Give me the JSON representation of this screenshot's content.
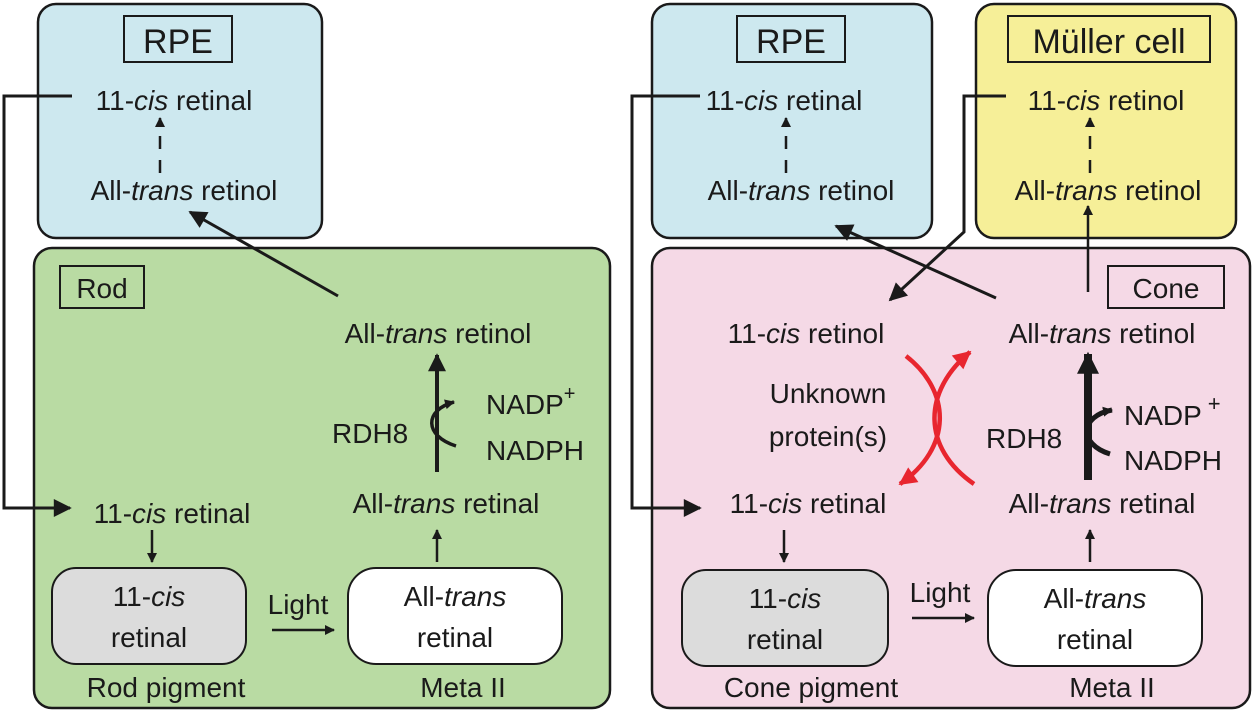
{
  "colors": {
    "rpe": "#cde8ef",
    "rod": "#b9dba3",
    "cone": "#f5d9e6",
    "muller": "#f6ef98",
    "pigment_box": "#dcdcdc",
    "meta_box": "#ffffff",
    "stroke": "#1a1a1a",
    "red_arrow": "#e8262f"
  },
  "rod_panel": {
    "rpe_label": "RPE",
    "rpe_cis_retinal": {
      "prefix": "11-",
      "italic": "cis",
      "suffix": " retinal"
    },
    "rpe_trans_retinol": {
      "prefix": "All-",
      "italic": "trans",
      "suffix": " retinol"
    },
    "cell_label": "Rod",
    "trans_retinol": {
      "prefix": "All-",
      "italic": "trans",
      "suffix": " retinol"
    },
    "enzyme": "RDH8",
    "nadp": "NADP",
    "nadp_sup": "+",
    "nadph": "NADPH",
    "trans_retinal": {
      "prefix": "All-",
      "italic": "trans",
      "suffix": " retinal"
    },
    "cis_retinal": {
      "prefix": "11-",
      "italic": "cis",
      "suffix": " retinal"
    },
    "pigment_line1": {
      "prefix": "11-",
      "italic": "cis"
    },
    "pigment_line2": "retinal",
    "pigment_caption": "Rod pigment",
    "light": "Light",
    "meta_line1": {
      "prefix": "All-",
      "italic": "trans"
    },
    "meta_line2": "retinal",
    "meta_caption": "Meta II"
  },
  "cone_panel": {
    "rpe_label": "RPE",
    "rpe_cis_retinal": {
      "prefix": "11-",
      "italic": "cis",
      "suffix": " retinal"
    },
    "rpe_trans_retinol": {
      "prefix": "All-",
      "italic": "trans",
      "suffix": " retinol"
    },
    "muller_label": "Müller cell",
    "muller_cis_retinol": {
      "prefix": "11-",
      "italic": "cis",
      "suffix": " retinol"
    },
    "muller_trans_retinol": {
      "prefix": "All-",
      "italic": "trans",
      "suffix": " retinol"
    },
    "cell_label": "Cone",
    "cis_retinol": {
      "prefix": "11-",
      "italic": "cis",
      "suffix": " retinol"
    },
    "trans_retinol": {
      "prefix": "All-",
      "italic": "trans",
      "suffix": " retinol"
    },
    "unknown_line1": "Unknown",
    "unknown_line2": "protein(s)",
    "enzyme": "RDH8",
    "nadp": "NADP",
    "nadp_sup": "+",
    "nadph": "NADPH",
    "cis_retinal": {
      "prefix": "11-",
      "italic": "cis",
      "suffix": " retinal"
    },
    "trans_retinal": {
      "prefix": "All-",
      "italic": "trans",
      "suffix": " retinal"
    },
    "pigment_line1": {
      "prefix": "11-",
      "italic": "cis"
    },
    "pigment_line2": "retinal",
    "pigment_caption": "Cone pigment",
    "light": "Light",
    "meta_line1": {
      "prefix": "All-",
      "italic": "trans"
    },
    "meta_line2": "retinal",
    "meta_caption": "Meta II"
  }
}
